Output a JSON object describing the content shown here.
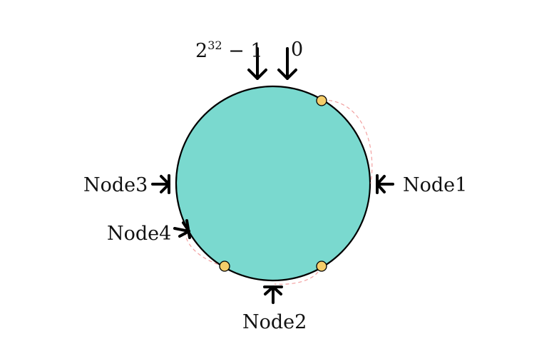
{
  "ring": {
    "fill_color": "#7ad9cf",
    "stroke_color": "#000000",
    "node_color": "#f5cd6a",
    "edge_color": "#f2a0a0"
  },
  "labels": {
    "max_hash_base": "2",
    "max_hash_exp": "32",
    "max_hash_tail": " − 1",
    "zero": "0",
    "node1": "Node1",
    "node2": "Node2",
    "node3": "Node3",
    "node4": "Node4"
  }
}
